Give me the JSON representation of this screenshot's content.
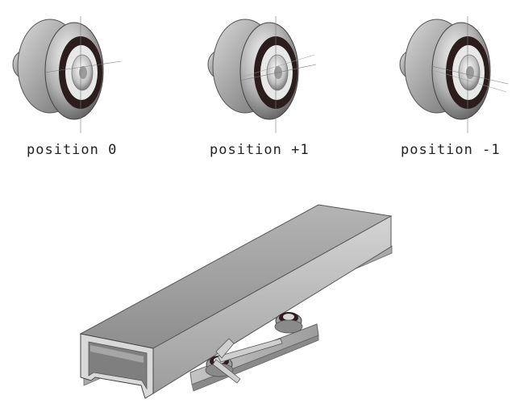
{
  "captions": {
    "wheel_0": "position 0",
    "wheel_plus1": "position +1",
    "wheel_minus1": "position -1"
  },
  "colors": {
    "metal_light": "#e6e6e6",
    "metal_mid": "#a8a8a8",
    "metal_dark": "#5a5a5a",
    "seal_ring": "#2b1d1d",
    "rail_top": "#9a9a9a",
    "rail_side": "#bdbdbd",
    "rail_inner": "#7d7d7d",
    "plate": "#b5b5b5"
  }
}
